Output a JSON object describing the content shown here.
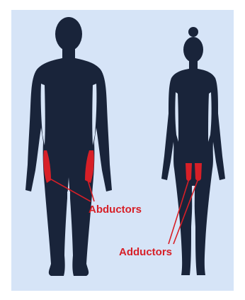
{
  "colors": {
    "background": "#d6e4f7",
    "silhouette": "#19243a",
    "muscle": "#d71f27",
    "label": "#d71f27"
  },
  "labels": {
    "male_label": "Abductors",
    "female_label": "Adductors"
  },
  "figures": [
    {
      "name": "male-silhouette",
      "highlight": "abductors"
    },
    {
      "name": "female-silhouette",
      "highlight": "adductors"
    }
  ]
}
